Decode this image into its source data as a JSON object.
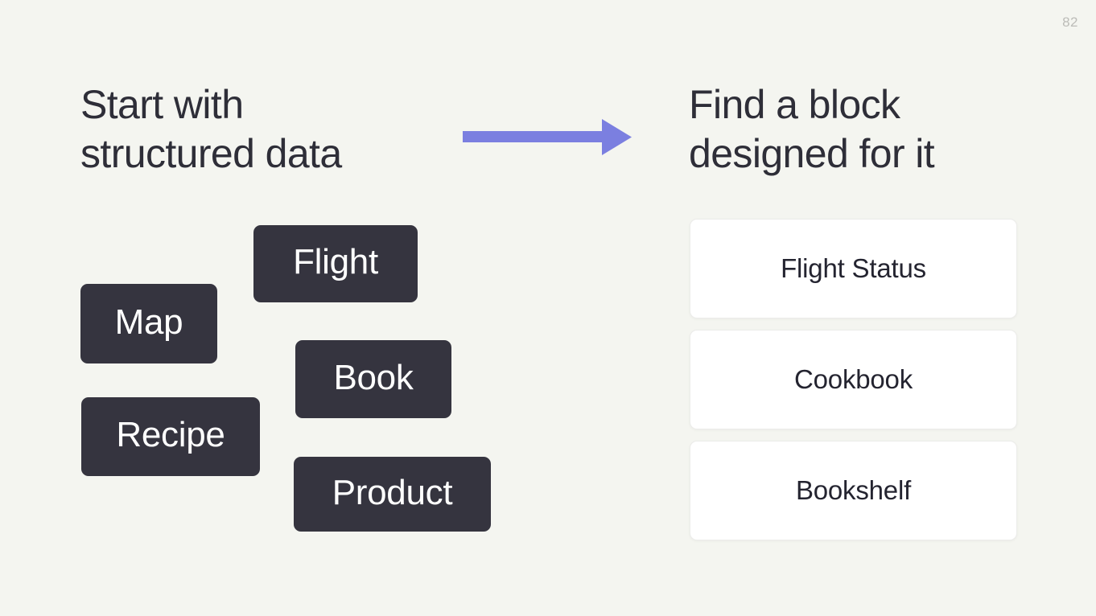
{
  "slide": {
    "page_number": "82",
    "background_color": "#f4f5f0",
    "text_color": "#2e2e38"
  },
  "left": {
    "heading": "Start with\nstructured data",
    "tag_color": "#35343f",
    "tag_text_color": "#ffffff",
    "tags": [
      {
        "label": "Flight"
      },
      {
        "label": "Map"
      },
      {
        "label": "Book"
      },
      {
        "label": "Recipe"
      },
      {
        "label": "Product"
      }
    ]
  },
  "arrow": {
    "name": "right-arrow",
    "color": "#7b7fe0",
    "direction": "right"
  },
  "right": {
    "heading": "Find a block\ndesigned for it",
    "card_color": "#ffffff",
    "card_text_color": "#242430",
    "cards": [
      {
        "label": "Flight Status"
      },
      {
        "label": "Cookbook"
      },
      {
        "label": "Bookshelf"
      }
    ]
  }
}
